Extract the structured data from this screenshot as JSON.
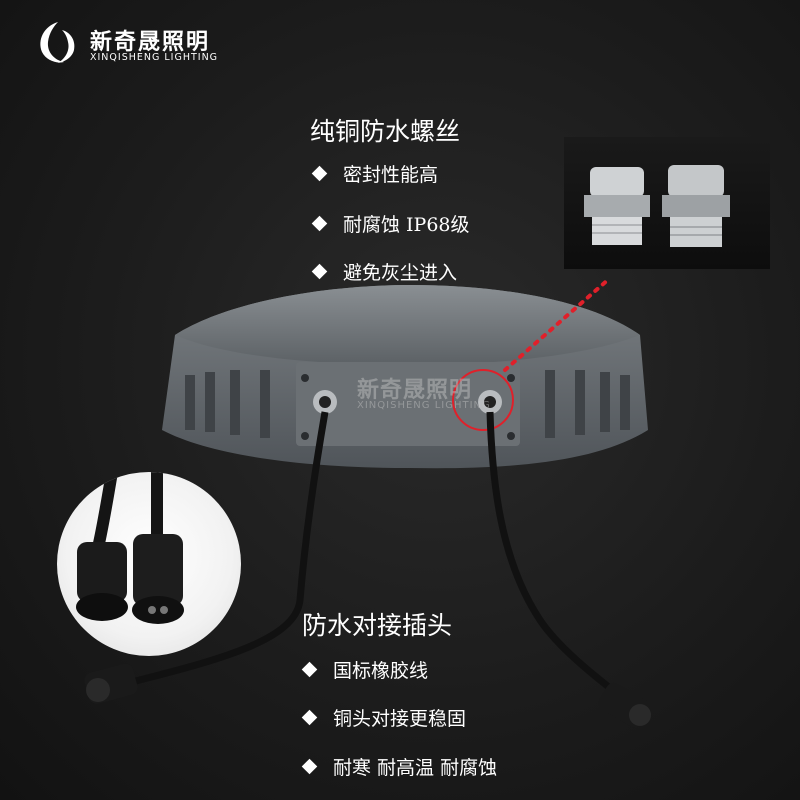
{
  "brand": {
    "name": "新奇晟照明",
    "subtitle": "XINQISHENG LIGHTING",
    "watermark_name": "新奇晟照明",
    "watermark_sub": "XINQISHENG LIGHTING"
  },
  "section_screws": {
    "heading": "纯铜防水螺丝",
    "items": [
      "密封性能高",
      "耐腐蚀 IP68级",
      "避免灰尘进入"
    ]
  },
  "section_connector": {
    "heading": "防水对接插头",
    "items": [
      "国标橡胶线",
      "铜头对接更稳固",
      "耐寒 耐高温 耐腐蚀"
    ]
  },
  "colors": {
    "background": "#1c1c1c",
    "housing": "#6f7478",
    "highlight_red": "#e0202a"
  },
  "icons": [
    "logo-mark-icon",
    "diamond-bullet-icon"
  ]
}
